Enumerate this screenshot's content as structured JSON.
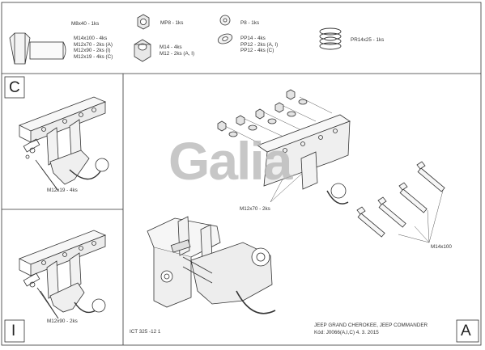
{
  "hardware": {
    "bolt_primary": "M8x40 - 1ks",
    "bolt_list": [
      "M14x100 - 4ks",
      "M12x70 - 2ks (A)",
      "M12x90 - 2ks (I)",
      "M12x19 - 4ks (C)"
    ],
    "nut_m8": "MP8 - 1ks",
    "nut_list": [
      "M14 - 4ks",
      "M12 - 2ks (A, I)"
    ],
    "washer_p8": "P8 - 1ks",
    "washer_list": [
      "PP14 - 4ks",
      "PP12 - 2ks (A, I)",
      "PP12 - 4ks (C)"
    ],
    "spring_washer": "PR14x25 - 1ks"
  },
  "panels": {
    "c": {
      "letter": "C",
      "callout": "M12x19 - 4ks"
    },
    "i": {
      "letter": "I",
      "callout": "M12x90 - 2ks"
    },
    "a": {
      "letter": "A",
      "callout_bolt": "M12x70 - 2ks",
      "callout_long": "M14x100"
    }
  },
  "logo": {
    "text": "Galia"
  },
  "footer": {
    "drawing_no": "ICT 325 -12 1",
    "title": "JEEP GRAND CHEROKEE, JEEP COMMANDER",
    "code": "Kód: J0066(A,I,C)  4. 3. 2015"
  }
}
